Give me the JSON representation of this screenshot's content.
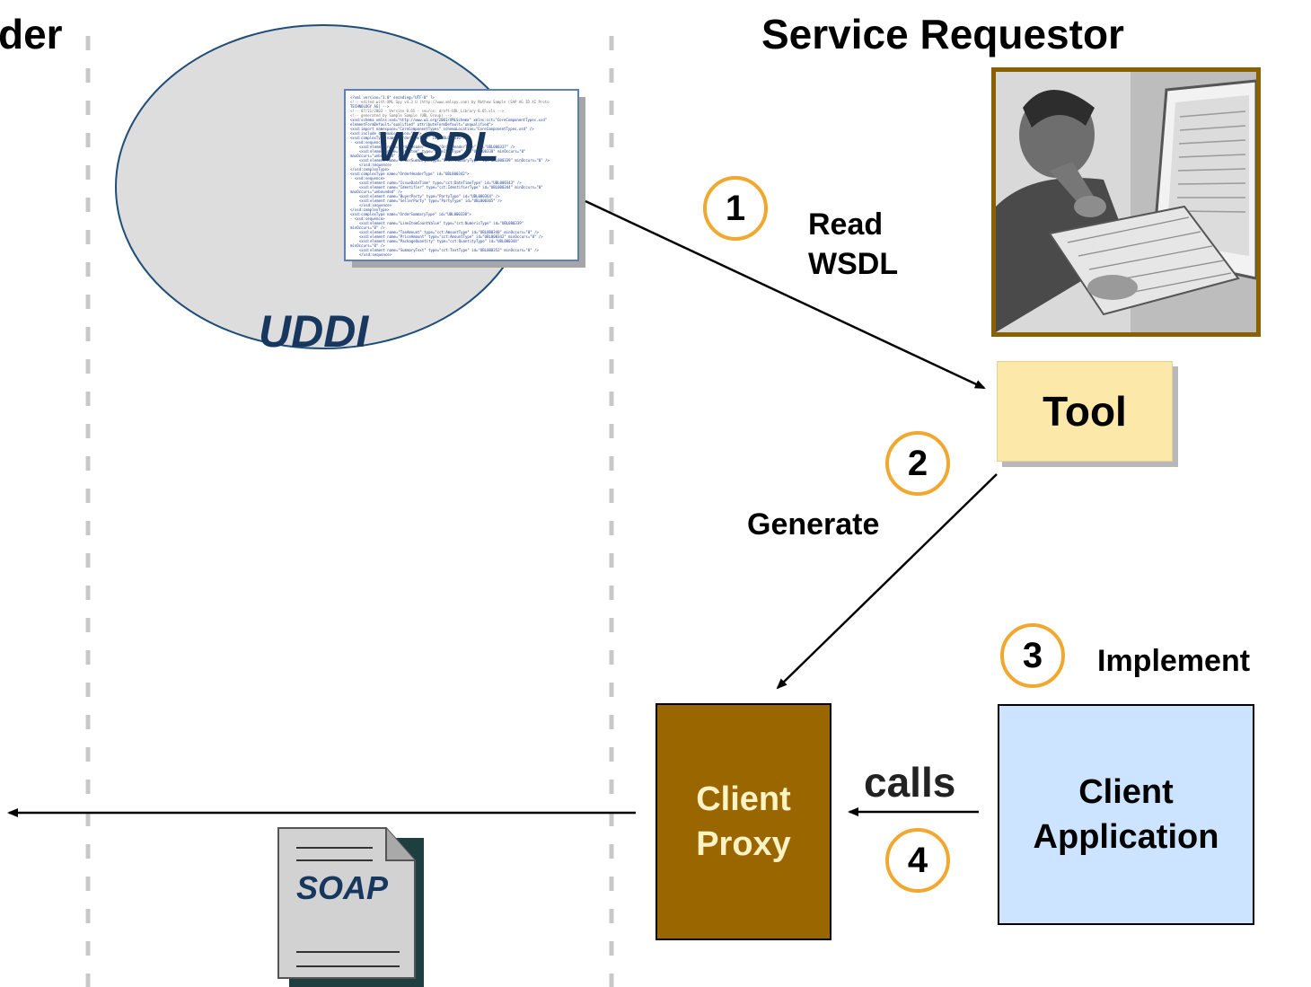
{
  "headings": {
    "left": "der",
    "right": "Service Requestor"
  },
  "registry": {
    "label": "UDDI",
    "document_label": "WSDL",
    "document_lines": [
      "<?xml version=\"1.0\" encoding=\"UTF-8\" ?>",
      "<!-- edited with XML Spy v4.3 U (http://www.xmlspy.com) by Mathew Sample (SAP AG ID XI Proto",
      "TECHNOLOGY AG) -->",
      "<!-- 07/21/2003 - Version 0.65 - source: draft-UBL_Library-0.65.xls -->",
      "<!-- generated by Sample Sample (UBL Group) -->",
      "<xsd:schema xmlns:xsd=\"http://www.w3.org/2001/XMLSchema\" xmlns:cct=\"CoreComponentTypes.xsd\"",
      "elementFormDefault=\"qualified\" attributeFormDefault=\"unqualified\">",
      "<xsd:import namespace=\"CoreComponentTypes\" schemaLocation=\"CoreComponentTypes.xsd\" />",
      "<xsd:include schemaLocation=\"\" />",
      "<xsd:complexType name=\"OrderLineType\" id=\"UBL000336\">",
      "- <xsd:sequence>",
      "<xsd:element name=\"OrderHeader\" type=\"OrderHeaderType\" id=\"UBL000337\" />",
      "<xsd:element name=\"LineItem\" type=\"LineItemType\" id=\"UBL000338\" minOccurs=\"0\"",
      "maxOccurs=\"unbounded\" />",
      "<xsd:element name=\"OrderSummary\" type=\"OrderSummaryType\" id=\"UBL000339\" minOccurs=\"0\" />",
      "</xsd:sequence>",
      "</xsd:complexType>",
      "<xsd:complexType name=\"OrderHeaderType\" id=\"UBL000342\">",
      "- <xsd:sequence>",
      "<xsd:element name=\"IssueDateTime\" type=\"cct:DateTimeType\" id=\"UBL000343\" />",
      "<xsd:element name=\"Identifier\" type=\"cct:IdentifierType\" id=\"UBL000344\" minOccurs=\"0\"",
      "maxOccurs=\"unbounded\" />",
      "<xsd:element name=\"BuyerParty\" type=\"PartyType\" id=\"UBL000364\" />",
      "<xsd:element name=\"SellerParty\" type=\"PartyType\" id=\"UBL000365\" />",
      "</xsd:sequence>",
      "</xsd:complexType>",
      "<xsd:complexType name=\"OrderSummaryType\" id=\"UBL000338\">",
      "- <xsd:sequence>",
      "<xsd:element name=\"LineItemCountValue\" type=\"cct:NumericType\" id=\"UBL000339\"",
      "minOccurs=\"0\" />",
      "<xsd:element name=\"TaxAmount\" type=\"cct:AmountType\" id=\"UBL000340\" minOccurs=\"0\" />",
      "<xsd:element name=\"PriceAmount\" type=\"cct:AmountType\" id=\"UBL000342\" minOccurs=\"0\" />",
      "<xsd:element name=\"PackageQuantity\" type=\"cct:QuantityType\" id=\"UBL000344\"",
      "minOccurs=\"0\" />",
      "<xsd:element name=\"SummaryText\" type=\"cct:TextType\" id=\"UBL000352\" minOccurs=\"0\" />",
      "</xsd:sequence>"
    ]
  },
  "steps": [
    {
      "number": "1",
      "label_lines": [
        "Read",
        "WSDL"
      ]
    },
    {
      "number": "2",
      "label_lines": [
        "Generate"
      ]
    },
    {
      "number": "3",
      "label_lines": [
        "Implement"
      ]
    },
    {
      "number": "4",
      "label_lines": []
    }
  ],
  "tool": {
    "label": "Tool"
  },
  "client_proxy": {
    "lines": [
      "Client",
      "Proxy"
    ]
  },
  "client_application": {
    "lines": [
      "Client",
      "Application"
    ]
  },
  "calls_label": "calls",
  "soap_label": "SOAP",
  "colors": {
    "uddi_fill": "#dddddd",
    "uddi_stroke": "#1f4e79",
    "text_accent": "#17375e",
    "step_circle": "#f0a830",
    "tool_fill": "#fce8a8",
    "proxy_fill": "#996600",
    "app_fill": "#cce4ff",
    "photo_border": "#8a6100",
    "divider": "#c8c8c8"
  }
}
